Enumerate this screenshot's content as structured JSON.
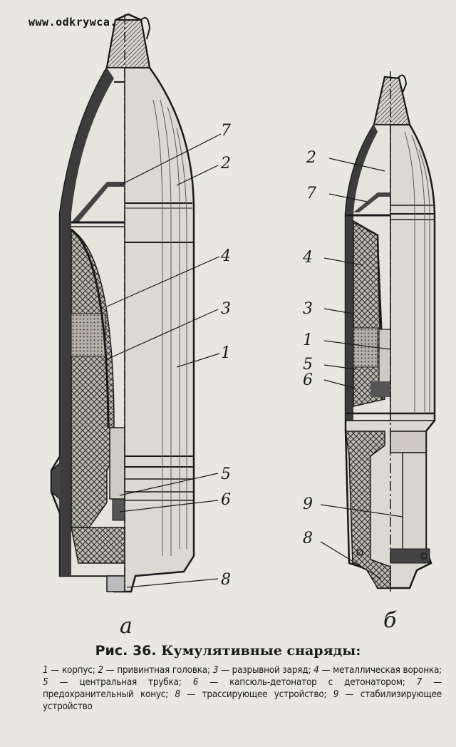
{
  "watermark": "www.odkrywca.pl",
  "figure": {
    "label": "Рис. 36.",
    "title": "Кумулятивные снаряды:",
    "legend": [
      {
        "n": "1",
        "text": "корпус;"
      },
      {
        "n": "2",
        "text": "привинтная головка;"
      },
      {
        "n": "3",
        "text": "разрывной заряд;"
      },
      {
        "n": "4",
        "text": "металлическая воронка;"
      },
      {
        "n": "5",
        "text": "центральная трубка;"
      },
      {
        "n": "6",
        "text": "капсюль-детонатор с детонатором;"
      },
      {
        "n": "7",
        "text": "предохранительный конус;"
      },
      {
        "n": "8",
        "text": "трассирующее устройство;"
      },
      {
        "n": "9",
        "text": "стабилизирующее устройство"
      }
    ]
  },
  "subfigures": {
    "a": "а",
    "b": "б"
  },
  "callouts_a": [
    "7",
    "2",
    "4",
    "3",
    "1",
    "5",
    "6",
    "8"
  ],
  "callouts_b": [
    "2",
    "7",
    "4",
    "3",
    "1",
    "5",
    "6",
    "9",
    "8"
  ],
  "colors": {
    "background": "#e9e7e2",
    "ink": "#1a1a1a",
    "shade": "#cfccc5"
  }
}
